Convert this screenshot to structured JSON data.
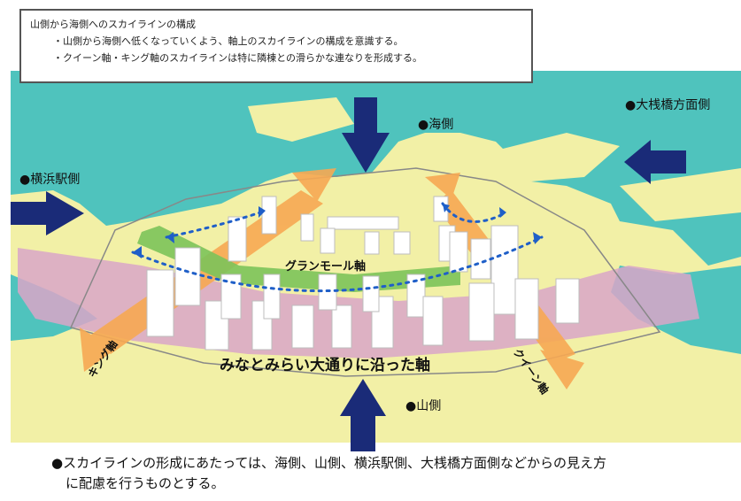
{
  "legend": {
    "title": "山側から海側へのスカイラインの構成",
    "line1": "・山側から海側へ低くなっていくよう、軸上のスカイラインの構成を意識する。",
    "line2": "・クイーン軸・キング軸のスカイラインは特に隣棟との滑らかな連なりを形成する。"
  },
  "labels": {
    "sea_side": "●海側",
    "osanbashi": "●大桟橋方面側",
    "yokohama_station": "●横浜駅側",
    "mountain_side": "●山側",
    "grand_mall": "グランモール軸",
    "minato_mirai": "みなとみらい大通りに沿った軸",
    "king": "キング軸",
    "queen": "クイーン軸"
  },
  "footer": {
    "line1": "●スカイラインの形成にあたっては、海側、山側、横浜駅側、大桟橋方面側などからの見え方",
    "line2": "に配慮を行うものとする。"
  },
  "colors": {
    "sea": "#4fc3bd",
    "land": "#f2f0a6",
    "pink_band": "#d9a6c8",
    "orange_arrow": "#f7a953",
    "green_axis": "#7cc35a",
    "view_arrow": "#1a2b78",
    "dotted_arc": "#1f5fc8"
  }
}
